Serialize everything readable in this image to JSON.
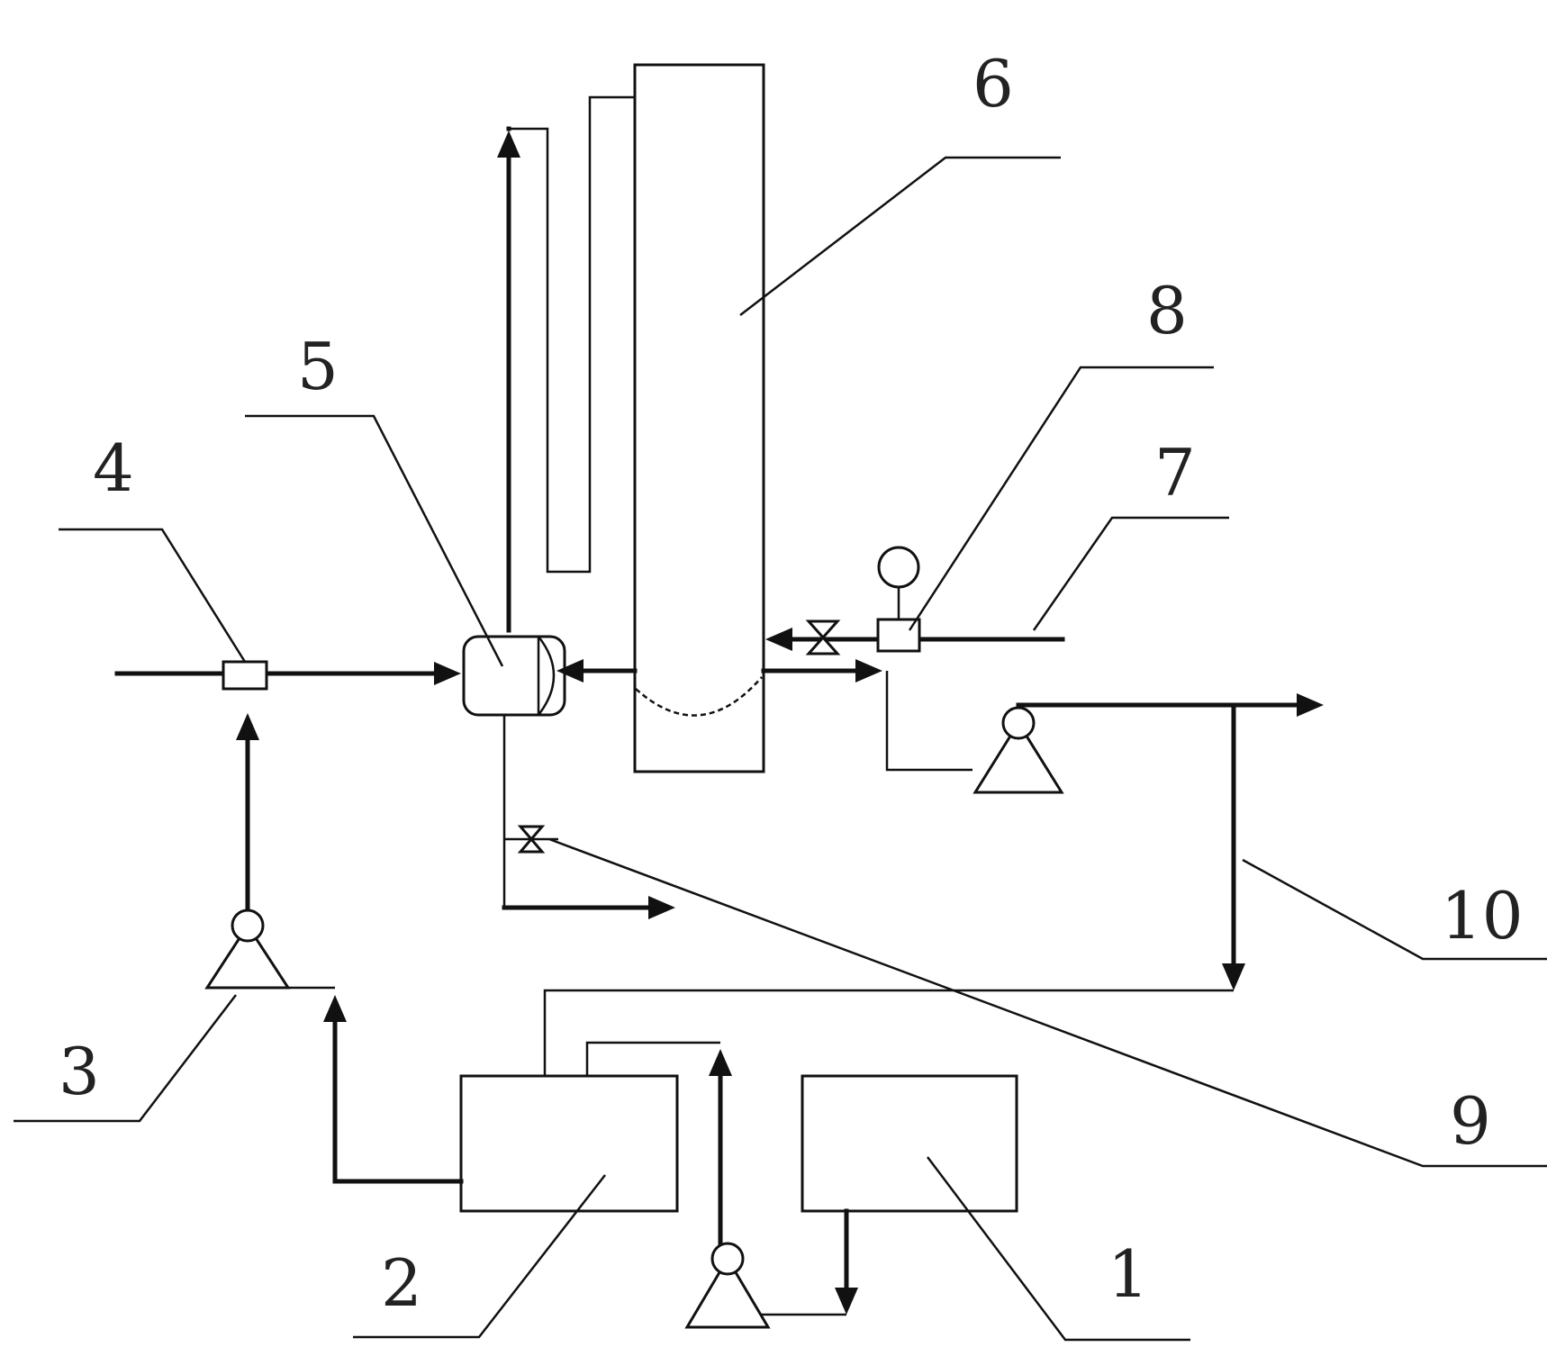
{
  "labels": {
    "n1": "1",
    "n2": "2",
    "n3": "3",
    "n4": "4",
    "n5": "5",
    "n6": "6",
    "n7": "7",
    "n8": "8",
    "n9": "9",
    "n10": "10"
  },
  "colors": {
    "line": "#111111",
    "text": "#222222",
    "background": "#ffffff"
  }
}
